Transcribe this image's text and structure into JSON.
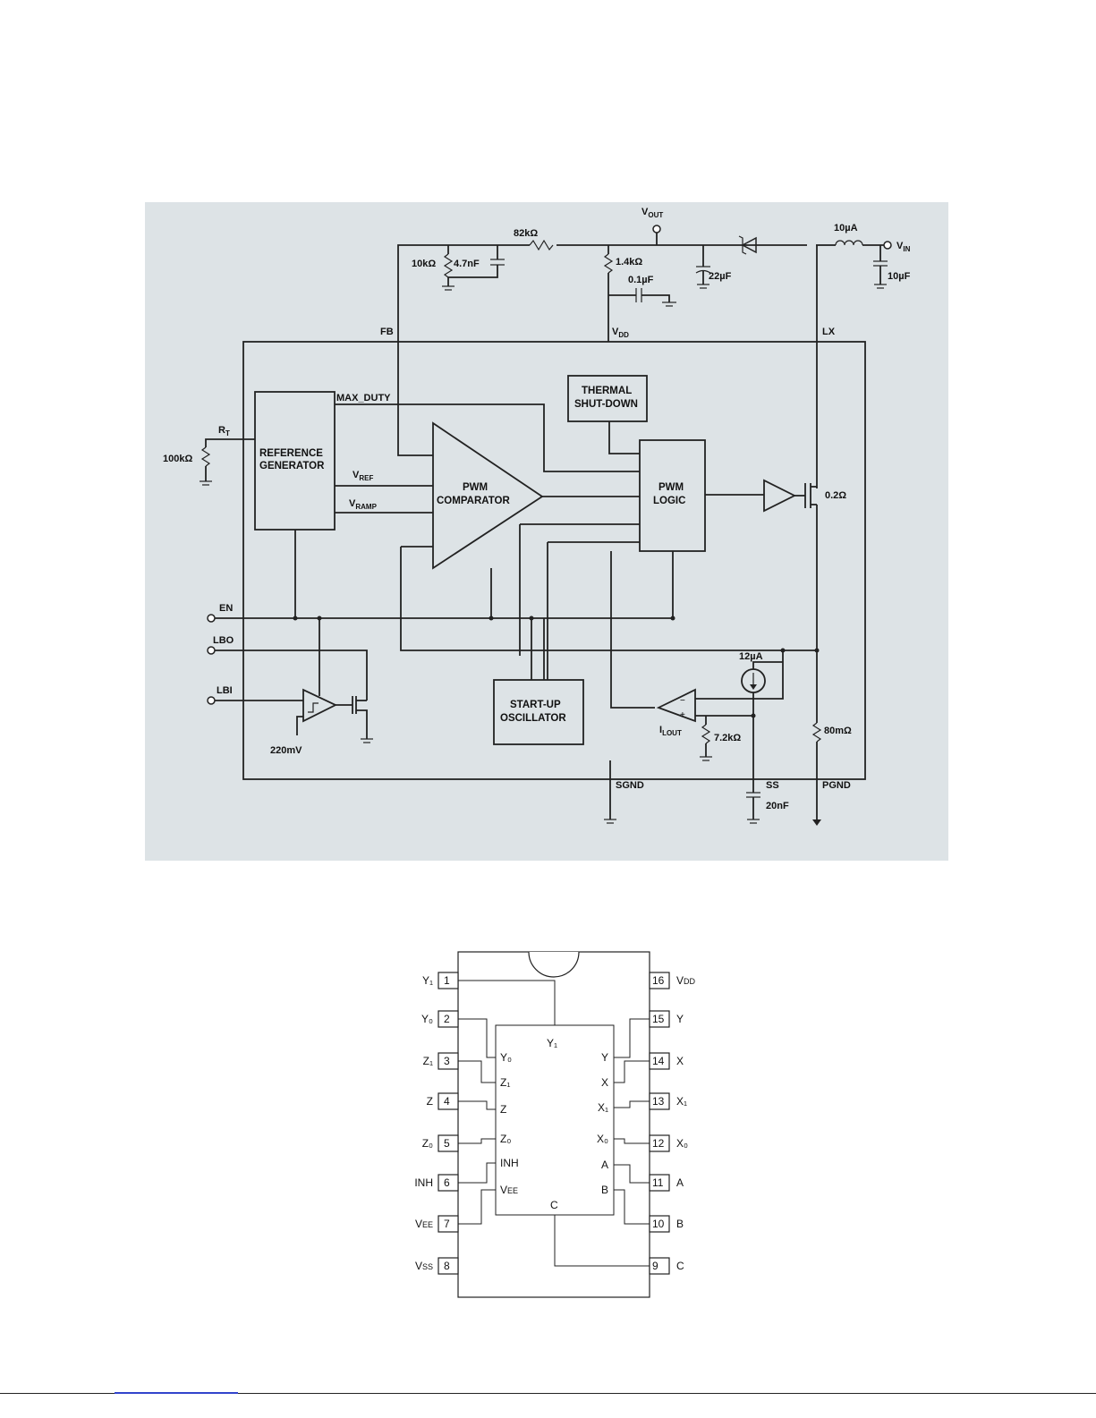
{
  "colors": {
    "scan_background": "#dde3e6",
    "ink": "#1a1a1a",
    "footer_link": "#3344cc"
  },
  "schematic": {
    "top_labels": {
      "vout_main": "V",
      "vout_sub": "OUT",
      "vin_main": "V",
      "vin_sub": "IN",
      "r82k": "82kΩ",
      "r10k": "10kΩ",
      "c47n": "4.7nF",
      "r14k": "1.4kΩ",
      "c01u": "0.1µF",
      "c22u": "22µF",
      "l10u": "10µA",
      "c10u": "10µF"
    },
    "pins": {
      "fb": "FB",
      "vdd_main": "V",
      "vdd_sub": "DD",
      "lx": "LX",
      "en": "EN",
      "lbo": "LBO",
      "lbi": "LBI",
      "sgnd": "SGND",
      "ss": "SS",
      "pgnd": "PGND"
    },
    "blocks": {
      "ref_line1": "REFERENCE",
      "ref_line2": "GENERATOR",
      "pwm_comp_line1": "PWM",
      "pwm_comp_line2": "COMPARATOR",
      "thermal_line1": "THERMAL",
      "thermal_line2": "SHUT-DOWN",
      "logic_line1": "PWM",
      "logic_line2": "LOGIC",
      "startup_line1": "START-UP",
      "startup_line2": "OSCILLATOR"
    },
    "signals": {
      "max_duty": "MAX_DUTY",
      "vref_main": "V",
      "vref_sub": "REF",
      "vramp_main": "V",
      "vramp_sub": "RAMP",
      "rt_main": "R",
      "rt_sub": "T",
      "ilout_main": "I",
      "ilout_sub": "LOUT"
    },
    "components": {
      "r100k": "100kΩ",
      "r_on": "0.2Ω",
      "i12u": "12µA",
      "r72k": "7.2kΩ",
      "r80m": "80mΩ",
      "v220m": "220mV",
      "c20n": "20nF"
    }
  },
  "pinout": {
    "left_pins": [
      {
        "num": "1",
        "label": "Y₁",
        "inner": ""
      },
      {
        "num": "2",
        "label": "Y₀",
        "inner": "Y₀"
      },
      {
        "num": "3",
        "label": "Z₁",
        "inner": "Z₁"
      },
      {
        "num": "4",
        "label": "Z",
        "inner": "Z"
      },
      {
        "num": "5",
        "label": "Z₀",
        "inner": "Z₀"
      },
      {
        "num": "6",
        "label": "INH",
        "inner": "INH"
      },
      {
        "num": "7",
        "label": "V<sub>EE</sub>",
        "inner": "V<sub>EE</sub>"
      },
      {
        "num": "8",
        "label": "V<sub>SS</sub>",
        "inner": ""
      }
    ],
    "right_pins": [
      {
        "num": "16",
        "label": "V<sub>DD</sub>",
        "inner": ""
      },
      {
        "num": "15",
        "label": "Y",
        "inner": "Y"
      },
      {
        "num": "14",
        "label": "X",
        "inner": "X"
      },
      {
        "num": "13",
        "label": "X₁",
        "inner": "X₁"
      },
      {
        "num": "12",
        "label": "X₀",
        "inner": "X₀"
      },
      {
        "num": "11",
        "label": "A",
        "inner": "A"
      },
      {
        "num": "10",
        "label": "B",
        "inner": "B"
      },
      {
        "num": "9",
        "label": "C",
        "inner": ""
      }
    ],
    "inner_top": "Y₁",
    "inner_bottom": "C"
  }
}
